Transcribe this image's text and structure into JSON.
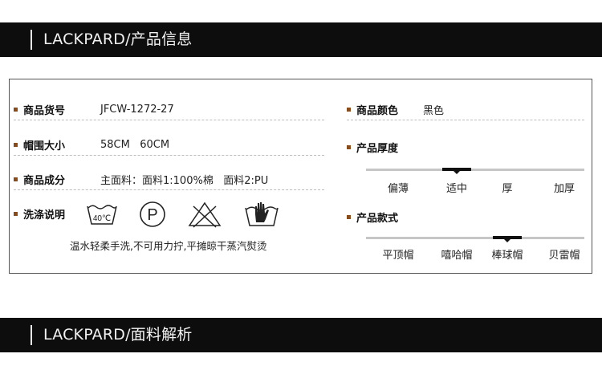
{
  "banners": {
    "product_info": "LACKPARD/产品信息",
    "fabric_analysis": "LACKPARD/面料解析"
  },
  "product": {
    "sku": {
      "label": "商品货号",
      "value": "JFCW-1272-27"
    },
    "size": {
      "label": "帽围大小",
      "value": "58CM   60CM"
    },
    "material": {
      "label": "商品成分",
      "value": "主面料：面料1:100%棉   面料2:PU"
    },
    "care": {
      "label": "洗涤说明",
      "icons": [
        "wash-40-icon",
        "dry-clean-p-icon",
        "no-bleach-icon",
        "hand-wash-icon"
      ],
      "wash_temp": "40℃",
      "dryclean_letter": "P",
      "note": "温水轻柔手洗,不可用力拧,平摊晾干蒸汽熨烫"
    },
    "color": {
      "label": "商品颜色",
      "value": "黑色"
    },
    "thickness": {
      "label": "产品厚度",
      "options": [
        "偏薄",
        "适中",
        "厚",
        "加厚"
      ],
      "selected_index": 1
    },
    "style": {
      "label": "产品款式",
      "options": [
        "平顶帽",
        "嘻哈帽",
        "棒球帽",
        "贝雷帽"
      ],
      "selected_index": 2
    }
  },
  "colors": {
    "banner_bg": "#0d0d0d",
    "bullet": "#8a4b1a",
    "scale_track": "#c6c6c6",
    "marker": "#111111"
  }
}
